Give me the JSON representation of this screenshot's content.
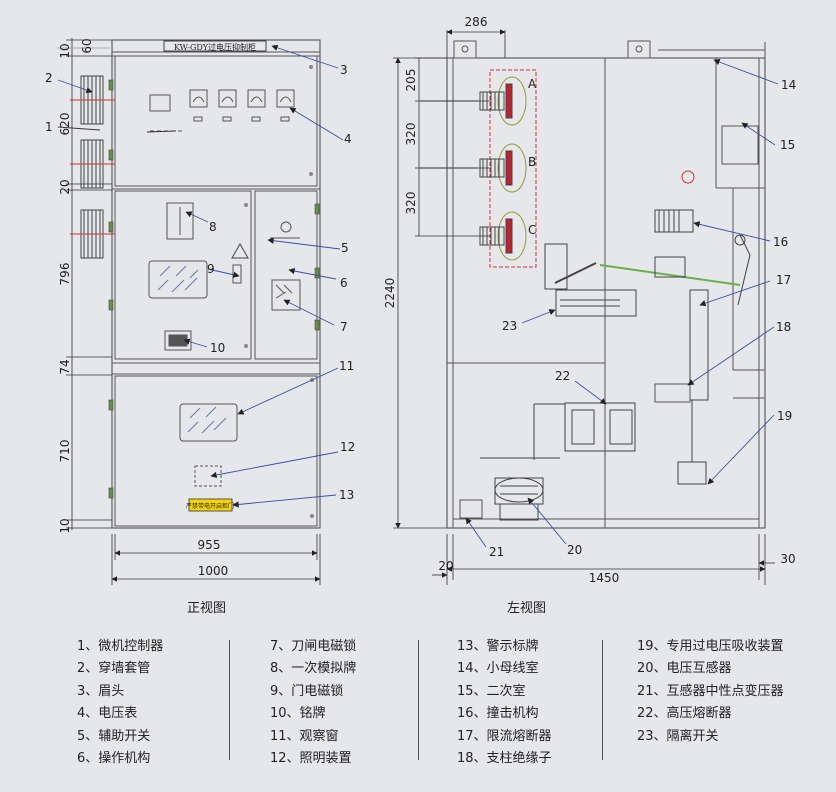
{
  "front_view": {
    "caption": "正视图",
    "nameplate": "KW-GDY过电压抑制柜",
    "warning_plate": "严禁带电开启柜门",
    "dims": [
      "10",
      "60",
      "620",
      "20",
      "796",
      "74",
      "710",
      "10",
      "955",
      "1000"
    ],
    "callouts": [
      "1",
      "2",
      "3",
      "4",
      "5",
      "6",
      "7",
      "8",
      "9",
      "10",
      "11",
      "12",
      "13"
    ]
  },
  "side_view": {
    "caption": "左视图",
    "dims": [
      "286",
      "205",
      "320",
      "320",
      "2240",
      "20",
      "30",
      "1450"
    ],
    "phases": [
      "A",
      "B",
      "C"
    ],
    "callouts": [
      "14",
      "15",
      "16",
      "17",
      "18",
      "19",
      "20",
      "21",
      "22",
      "23"
    ]
  },
  "legend": {
    "columns": [
      [
        "1、微机控制器",
        "2、穿墙套管",
        "3、眉头",
        "4、电压表",
        "5、辅助开关",
        "6、操作机构"
      ],
      [
        "7、刀闸电磁锁",
        "8、一次模拟牌",
        "9、门电磁锁",
        "10、铭牌",
        "11、观察窗",
        "12、照明装置"
      ],
      [
        "13、警示标牌",
        "14、小母线室",
        "15、二次室",
        "16、撞击机构",
        "17、限流熔断器",
        "18、支柱绝缘子"
      ],
      [
        "19、专用过电压吸收装置",
        "20、电压互感器",
        "21、互感器中性点变压器",
        "22、高压熔断器",
        "23、隔离开关"
      ]
    ]
  }
}
